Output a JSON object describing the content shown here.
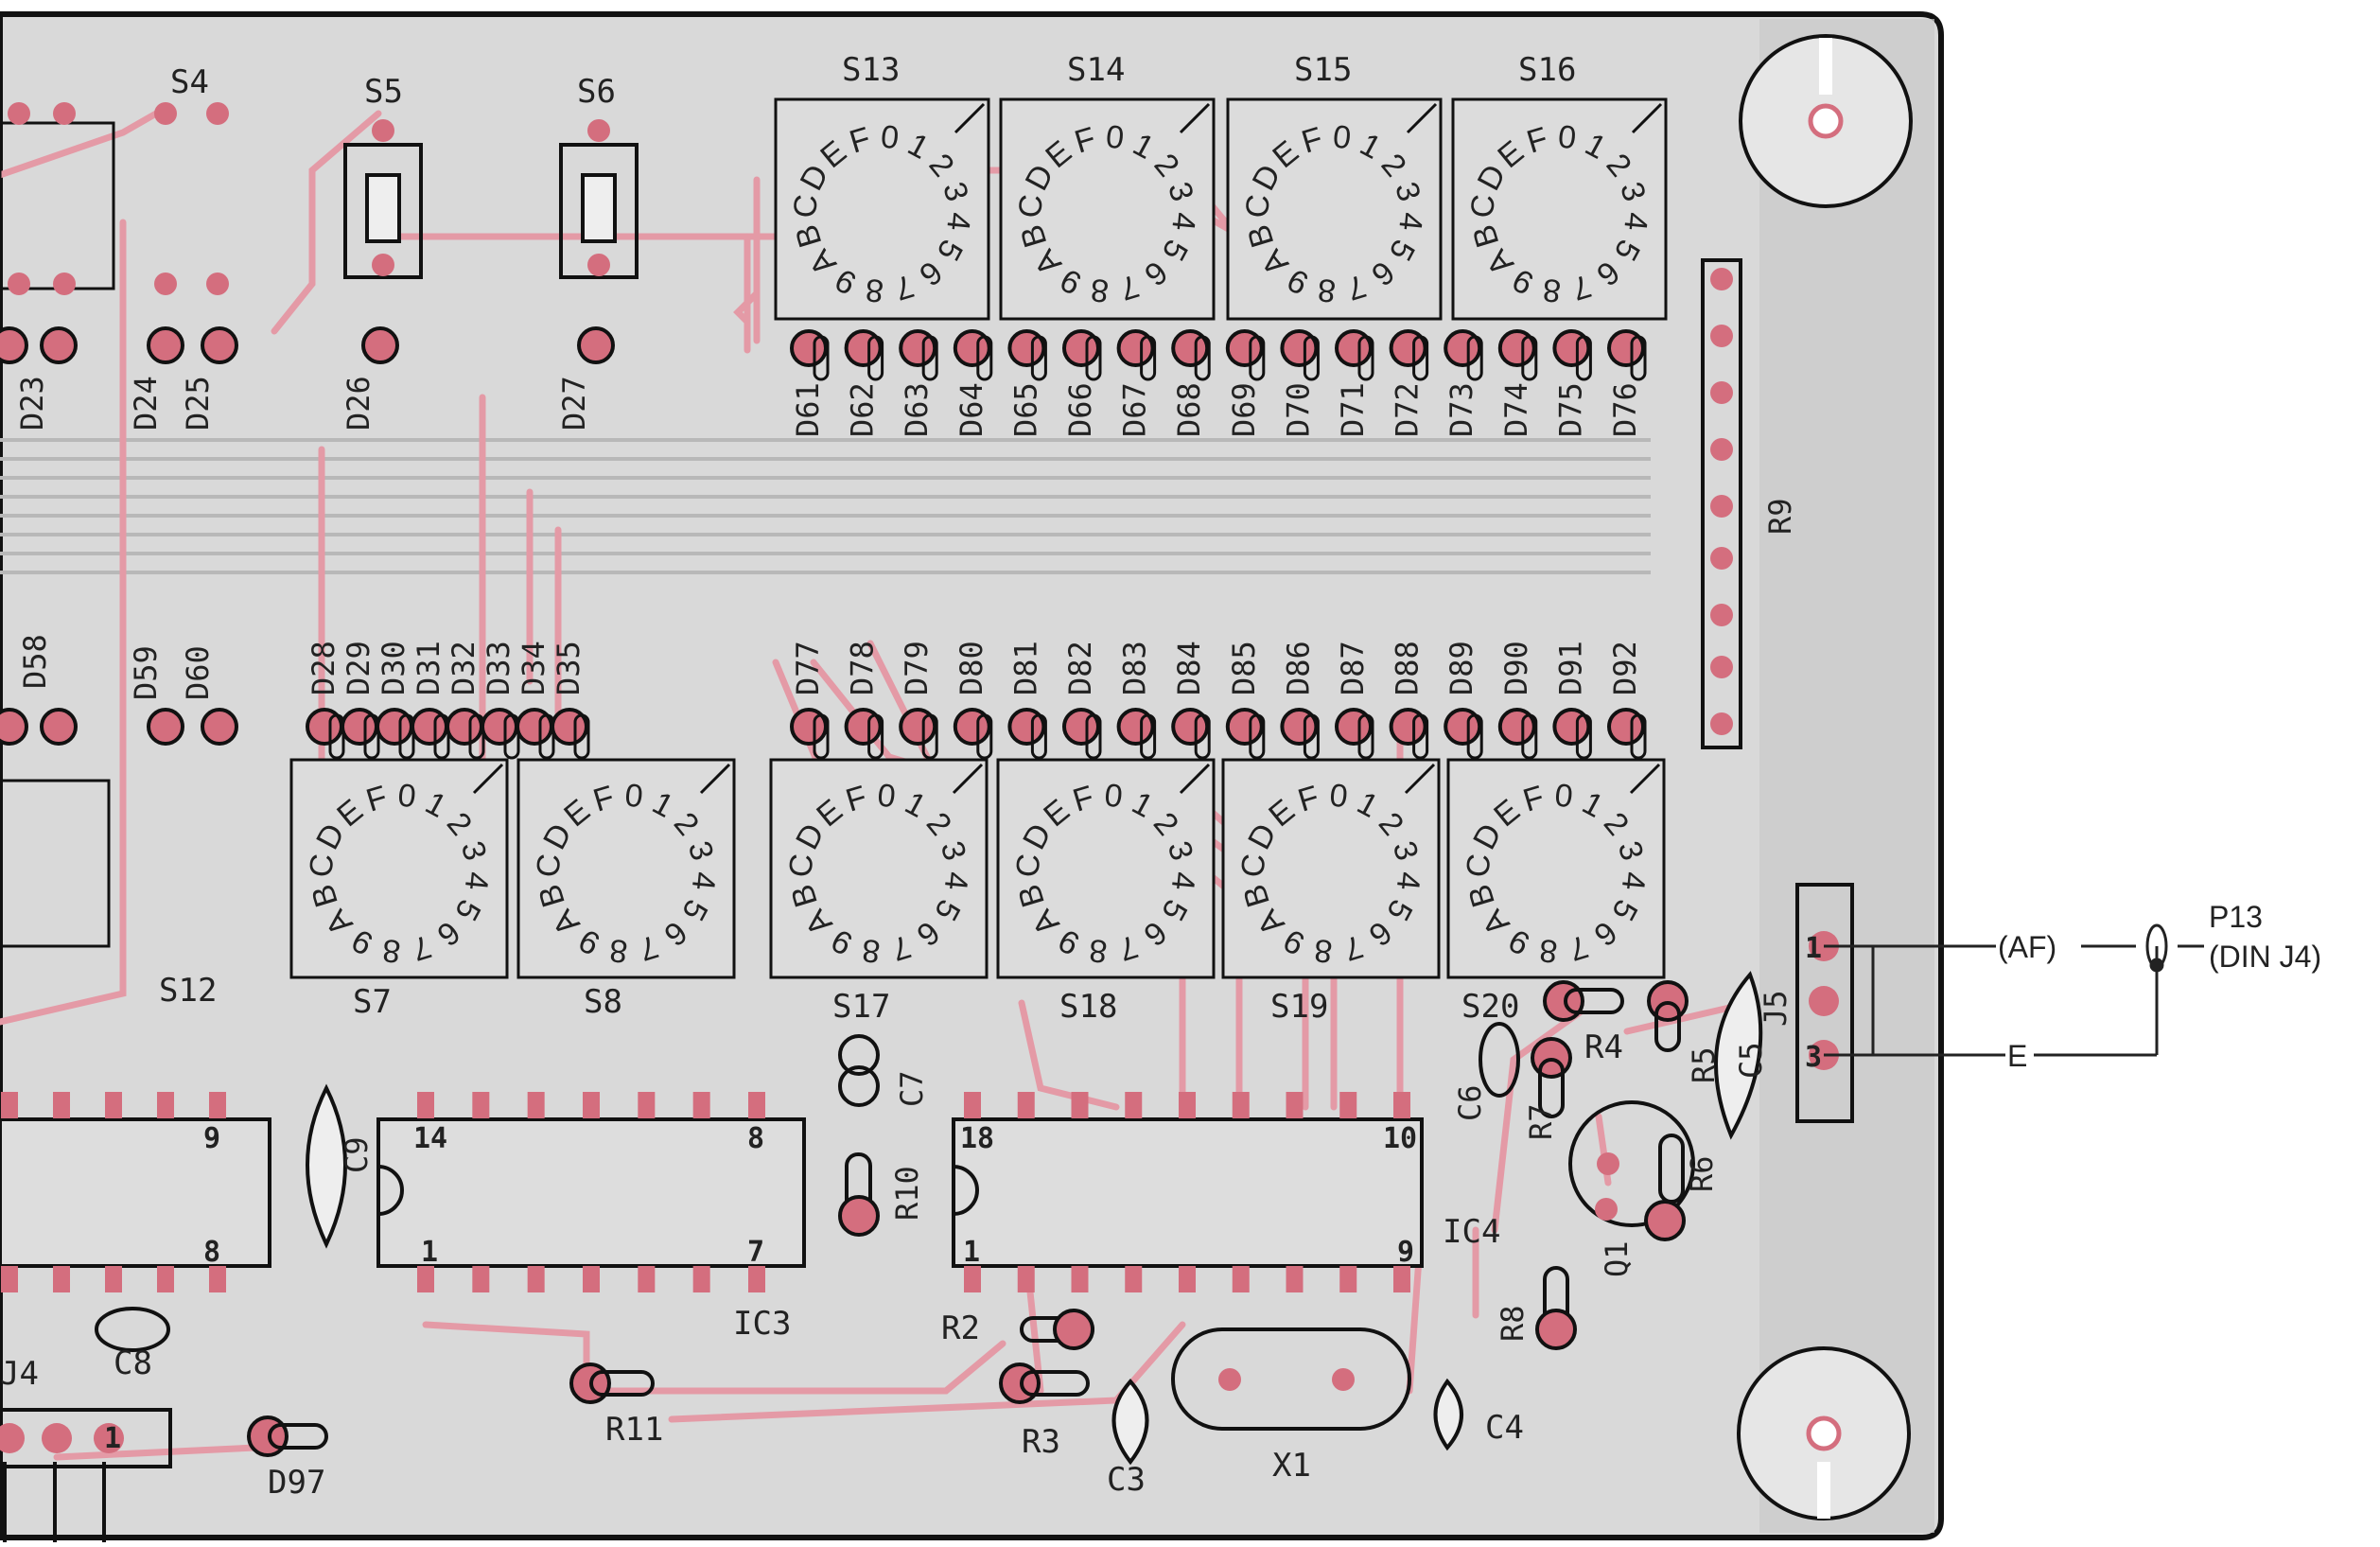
{
  "diagram": {
    "top_switches": [
      "S4",
      "S5",
      "S6"
    ],
    "rotary_top": [
      "S13",
      "S14",
      "S15",
      "S16"
    ],
    "rotary_bottom_left": [
      "S7",
      "S8"
    ],
    "rotary_bottom_right": [
      "S17",
      "S18",
      "S19"
    ],
    "s20": "S20",
    "s12": "S12",
    "rotary_digits": [
      "0",
      "1",
      "2",
      "3",
      "4",
      "5",
      "6",
      "7",
      "8",
      "9",
      "A",
      "B",
      "C",
      "D",
      "E",
      "F"
    ],
    "diodes_upper_left": [
      "D23",
      "D24",
      "D25",
      "D26",
      "D27"
    ],
    "diodes_top_row": [
      "D61",
      "D62",
      "D63",
      "D64",
      "D65",
      "D66",
      "D67",
      "D68",
      "D69",
      "D70",
      "D71",
      "D72",
      "D73",
      "D74",
      "D75",
      "D76"
    ],
    "diodes_mid_left": [
      "D58",
      "D59",
      "D60"
    ],
    "diodes_mid_row_a": [
      "D28",
      "D29",
      "D30",
      "D31",
      "D32",
      "D33",
      "D34",
      "D35"
    ],
    "diodes_mid_row_b": [
      "D77",
      "D78",
      "D79",
      "D80",
      "D81",
      "D82",
      "D83",
      "D84",
      "D85",
      "D86",
      "D87",
      "D88",
      "D89",
      "D90",
      "D91",
      "D92"
    ],
    "r9": "R9",
    "ic3": "IC3",
    "ic4": "IC4",
    "ic_pins": {
      "left_9": "9",
      "left_8": "8",
      "ic3_14": "14",
      "ic3_8": "8",
      "ic3_1": "1",
      "ic3_7": "7",
      "ic4_18": "18",
      "ic4_10": "10",
      "ic4_1": "1",
      "ic4_9": "9"
    },
    "passives": {
      "c9": "C9",
      "c7": "C7",
      "r10": "R10",
      "r2": "R2",
      "r3": "R3",
      "c3": "C3",
      "x1": "X1",
      "c4": "C4",
      "r11": "R11",
      "d97": "D97",
      "c8": "C8",
      "j4": "J4",
      "r4": "R4",
      "r5": "R5",
      "c5": "C5",
      "c6": "C6",
      "r7": "R7",
      "r6": "R6",
      "q1": "Q1",
      "r8": "R8",
      "j5": "J5"
    },
    "connector_pins": {
      "p1": "1",
      "p3": "3",
      "j4_pin1": "1"
    },
    "external": {
      "af": "(AF)",
      "e": "E",
      "p13": "P13",
      "din": "(DIN J4)"
    }
  }
}
